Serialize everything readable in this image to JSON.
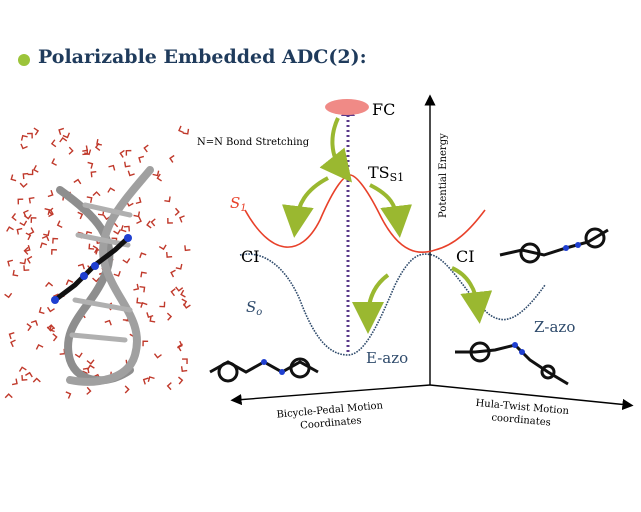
{
  "slide": {
    "bullet_color": "#9cc43a",
    "title": "Polarizable Embedded ADC(2):"
  },
  "diagram": {
    "fc_label": "FC",
    "bond_label": "N=N Bond Stretching",
    "ts_label": "TS",
    "ts_sub": "S1",
    "s1_label": "S",
    "s1_sub": "1",
    "s0_label": "S",
    "s0_sub": "o",
    "ci_left": "CI",
    "ci_right": "CI",
    "e_azo": "E-azo",
    "z_azo": "Z-azo",
    "y_axis": "Potential Energy",
    "x_axis_left_1": "Bicycle-Pedal Motion",
    "x_axis_left_2": "Coordinates",
    "x_axis_right_1": "Hula-Twist Motion",
    "x_axis_right_2": "coordinates",
    "colors": {
      "s1_curve": "#e8412a",
      "s0_curve": "#2e4a6b",
      "arrows": "#9ab830",
      "fc_ellipse": "#f08a86",
      "vertical": "#5a3a8a",
      "dna": "#8a8a8a",
      "water": "#c03a3a"
    }
  }
}
